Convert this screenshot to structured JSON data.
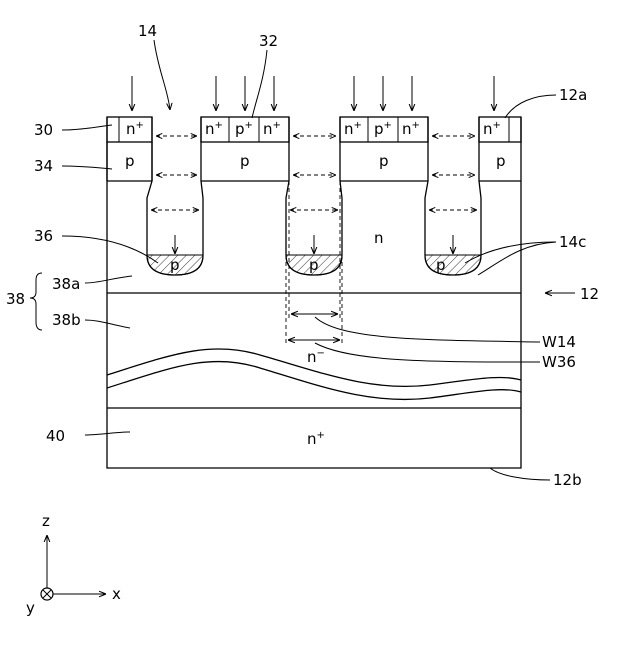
{
  "figure": {
    "labels": {
      "l14": "14",
      "l32": "32",
      "l12a": "12a",
      "l30": "30",
      "l34": "34",
      "l36": "36",
      "l14c": "14c",
      "l38": "38",
      "l38a": "38a",
      "l38b": "38b",
      "l12": "12",
      "lW14": "W14",
      "lW36": "W36",
      "l40": "40",
      "l12b": "12b"
    },
    "regions": {
      "n_body": "n",
      "p": "p",
      "n_plus": "n",
      "p_plus": "p",
      "plus": "+",
      "minus": "−",
      "n_minus": "n",
      "n_substrate": "n"
    },
    "axes": {
      "z": "z",
      "x": "x",
      "y": "y"
    }
  }
}
